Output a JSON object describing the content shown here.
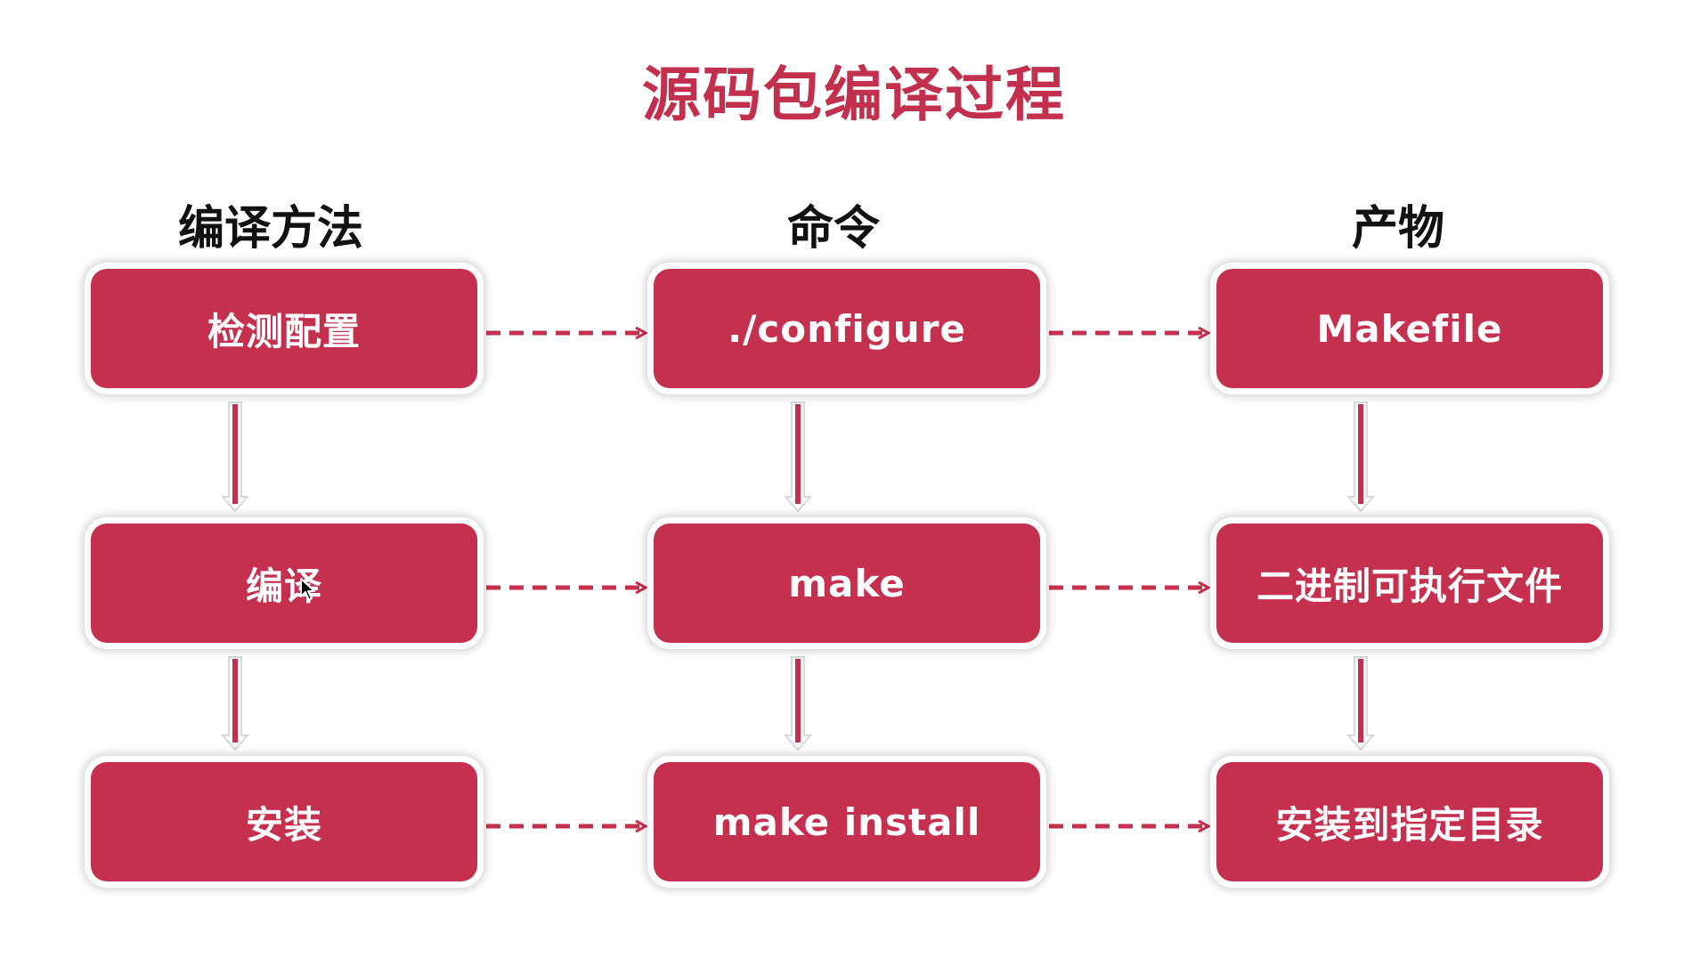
{
  "title": "源码包编译过程",
  "columns": {
    "method": "编译方法",
    "command": "命令",
    "product": "产物"
  },
  "rows": [
    {
      "method": "检测配置",
      "command": "./configure",
      "product": "Makefile"
    },
    {
      "method": "编译",
      "command": "make",
      "product": "二进制可执行文件"
    },
    {
      "method": "安装",
      "command": "make install",
      "product": "安装到指定目录"
    }
  ],
  "colors": {
    "accent": "#c6304f",
    "title": "#c2304e",
    "text_on_accent": "#ffffff",
    "header_text": "#111111"
  }
}
